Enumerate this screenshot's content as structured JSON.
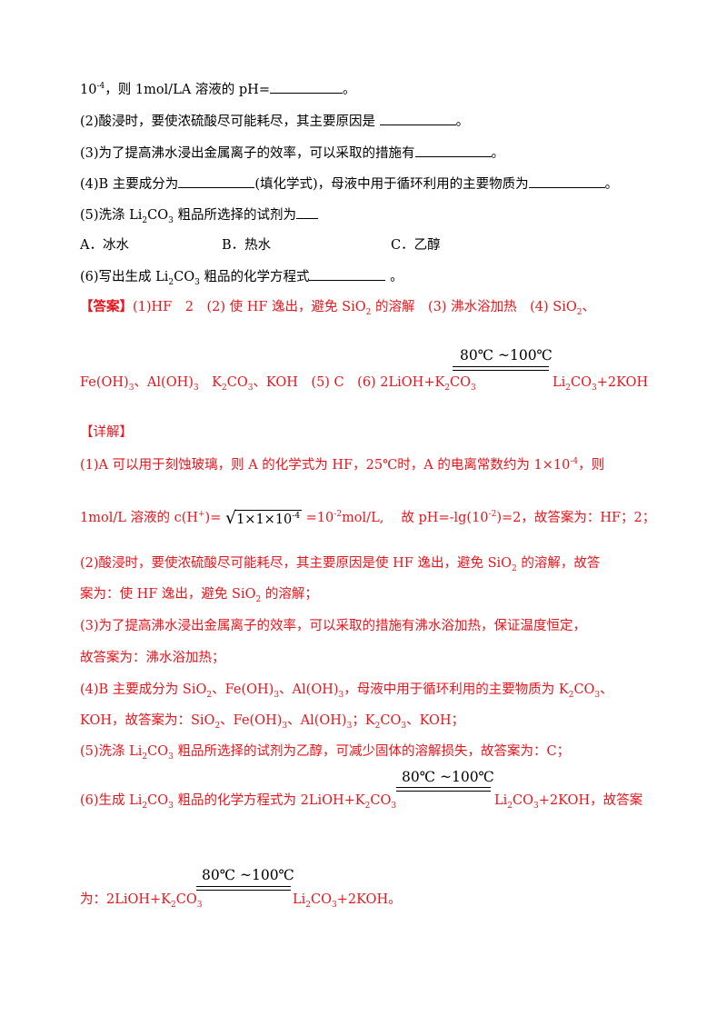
{
  "question": {
    "l1_prefix": "10",
    "l1_sup": "-4",
    "l1_text": "，则 1mol/LA 溶液的 pH=",
    "l1_end": "。",
    "l2_text": "(2)酸浸时，要使浓硫酸尽可能耗尽，其主要原因是 ",
    "l2_end": "。",
    "l3_text": "(3)为了提高沸水浸出金属离子的效率，可以采取的措施有",
    "l3_end": "。",
    "l4_a": "(4)B 主要成分为",
    "l4_b": "(填化学式)，母液中用于循环利用的主要物质为",
    "l4_end": "。",
    "l5_a": "(5)洗涤 Li",
    "l5_sub1": "2",
    "l5_b": "CO",
    "l5_sub2": "3",
    "l5_c": " 粗品所选择的试剂为",
    "opt_a": "A．冰水",
    "opt_b": "B．热水",
    "opt_c": "C．乙醇",
    "l6_a": "(6)写出生成 Li",
    "l6_sub1": "2",
    "l6_b": "CO",
    "l6_sub2": "3",
    "l6_c": " 粗品的化学方程式",
    "l6_end": " 。"
  },
  "answer": {
    "label": "【答案】",
    "l1": "(1)HF　2　(2) 使 HF 逸出，避免 SiO",
    "l1_sub": "2",
    "l1_b": " 的溶解　(3) 沸水浴加热　(4) SiO",
    "l1_sub2": "2",
    "l1_c": "、",
    "l2": "Fe(OH)",
    "l2_s1": "3",
    "l2_b": "、Al(OH)",
    "l2_s2": "3",
    "l2_c": "　K",
    "l2_s3": "2",
    "l2_d": "CO",
    "l2_s4": "3",
    "l2_e": "、KOH　(5) C　(6)  2LiOH+K",
    "l2_s5": "2",
    "l2_f": "CO",
    "l2_s6": "3",
    "cond": "80℃ ~100℃",
    "prod": "Li",
    "prod_s1": "2",
    "prod_b": "CO",
    "prod_s2": "3",
    "prod_c": "+2KOH"
  },
  "detail": {
    "label": "【详解】",
    "d1": "(1)A 可以用于刻蚀玻璃，则 A 的化学式为 HF，25℃时，A 的电离常数约为 1×10",
    "d1_sup": "-4",
    "d1_end": "，则",
    "d2_a": "1mol/L 溶液的 c(H",
    "d2_sup": "+",
    "d2_b": ")=",
    "d2_root": "1×1×10",
    "d2_root_sup": "-4",
    "d2_c": " =10",
    "d2_sup2": "-2",
    "d2_d": "mol/L,　 故 pH=-lg(10",
    "d2_sup3": "-2",
    "d2_e": ")=2，故答案为：HF；2；",
    "d3": "(2)酸浸时，要使浓硫酸尽可能耗尽，其主要原因是使 HF 逸出，避免 SiO",
    "d3_sub": "2",
    "d3_end": " 的溶解，故答",
    "d4": "案为：使 HF 逸出，避免 SiO",
    "d4_sub": "2",
    "d4_end": " 的溶解；",
    "d5": "(3)为了提高沸水浸出金属离子的效率，可以采取的措施有沸水浴加热，保证温度恒定，",
    "d6": "故答案为：沸水浴加热；",
    "d7": "(4)B 主要成分为 SiO",
    "d7_s1": "2",
    "d7_b": "、Fe(OH)",
    "d7_s2": "3",
    "d7_c": "、Al(OH)",
    "d7_s3": "3",
    "d7_d": "，母液中用于循环利用的主要物质为 K",
    "d7_s4": "2",
    "d7_e": "CO",
    "d7_s5": "3",
    "d7_f": "、",
    "d8": "KOH，故答案为：SiO",
    "d8_s1": "2",
    "d8_b": "、Fe(OH)",
    "d8_s2": "3",
    "d8_c": "、Al(OH)",
    "d8_s3": "3",
    "d8_d": "；K",
    "d8_s4": "2",
    "d8_e": "CO",
    "d8_s5": "3",
    "d8_f": "、KOH；",
    "d9": "(5)洗涤 Li",
    "d9_s1": "2",
    "d9_b": "CO",
    "d9_s2": "3",
    "d9_c": " 粗品所选择的试剂为乙醇，可减少固体的溶解损失，故答案为：C；",
    "d10": "(6)生成  Li",
    "d10_s1": "2",
    "d10_b": "CO",
    "d10_s2": "3",
    "d10_c": " 粗品的化学方程式为 2LiOH+K",
    "d10_s3": "2",
    "d10_d": "CO",
    "d10_s4": "3",
    "cond": "80℃ ~100℃",
    "d10_prod": "Li",
    "d10_ps1": "2",
    "d10_pb": "CO",
    "d10_ps2": "3",
    "d10_pc": "+2KOH，故答案",
    "d11": "为：2LiOH+K",
    "d11_s1": "2",
    "d11_b": "CO",
    "d11_s2": "3",
    "d11_prod": "Li",
    "d11_ps1": "2",
    "d11_pb": "CO",
    "d11_ps2": "3",
    "d11_pc": "+2KOH。"
  }
}
